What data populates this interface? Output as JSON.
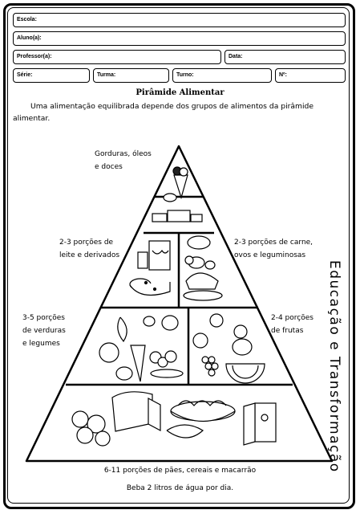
{
  "header": {
    "school_label": "Escola:",
    "student_label": "Aluno(a):",
    "teacher_label": "Professor(a):",
    "date_label": "Data:",
    "grade_label": "Série:",
    "class_label": "Turma:",
    "shift_label": "Turno:",
    "number_label": "Nº:"
  },
  "title": "Pirâmide Alimentar",
  "intro": "Uma alimentação equilibrada depende dos grupos de alimentos da pirâmide alimentar.",
  "levels": {
    "top": [
      "Gorduras, óleos",
      "e doces"
    ],
    "dairy": [
      "2-3 porções de",
      "leite e derivados"
    ],
    "meat": [
      "2-3 porções de carne,",
      "ovos e leguminosas"
    ],
    "vegetables": [
      "3-5 porções",
      "de verduras",
      "e legumes"
    ],
    "fruits": [
      "2-4 porções",
      "de frutas"
    ],
    "grains": "6-11 porções de pães, cereais e macarrão"
  },
  "water": "Beba 2 litros de água por dia.",
  "side_text": "Educação e Transformação"
}
